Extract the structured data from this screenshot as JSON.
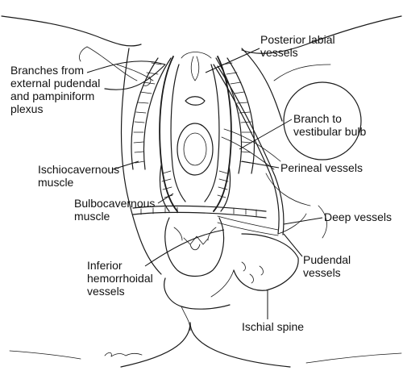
{
  "labels": {
    "posterior_labial": "Posterior labial\nvessels",
    "branches_external": "Branches from\nexternal pudendal\nand pampiniform\nplexus",
    "branch_vestibular": "Branch to\nvestibular bulb",
    "ischiocavernous": "Ischiocavernous\nmuscle",
    "perineal_vessels": "Perineal vessels",
    "bulbocavernous": "Bulbocavernous\nmuscle",
    "deep_vessels": "Deep vessels",
    "inferior_hemorrhoidal": "Inferior\nhemorrhoidal\nvessels",
    "pudendal_vessels": "Pudendal\nvessels",
    "ischial_spine": "Ischial spine"
  },
  "colors": {
    "ink": "#1a1a1a",
    "background": "#ffffff"
  }
}
